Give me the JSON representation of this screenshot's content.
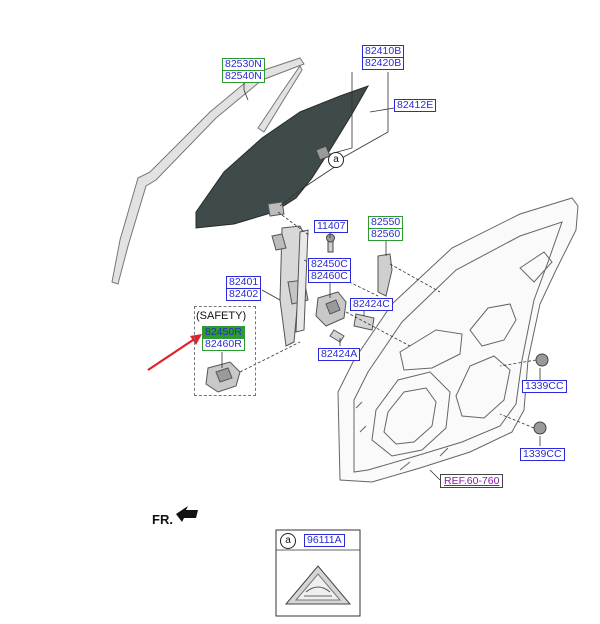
{
  "labels": {
    "l82530N": "82530N",
    "l82540N": "82540N",
    "l82410B": "82410B",
    "l82420B": "82420B",
    "l82412E": "82412E",
    "l11407": "11407",
    "l82550": "82550",
    "l82560": "82560",
    "l82450C": "82450C",
    "l82460C": "82460C",
    "l82401": "82401",
    "l82402": "82402",
    "l82424C": "82424C",
    "l82424A": "82424A",
    "l82450R": "82450R",
    "l82460R": "82460R",
    "l1339CC_a": "1339CC",
    "l1339CC_b": "1339CC",
    "l96111A": "96111A"
  },
  "safety": "(SAFETY)",
  "reference": "REF.60-760",
  "callout_a": "a",
  "front_marker": "FR.",
  "colors": {
    "part_blue": "#2a2ad8",
    "group_green": "#2f9a2f",
    "arrow_red": "#e0202a",
    "ref_purple": "#8a1aa8"
  }
}
